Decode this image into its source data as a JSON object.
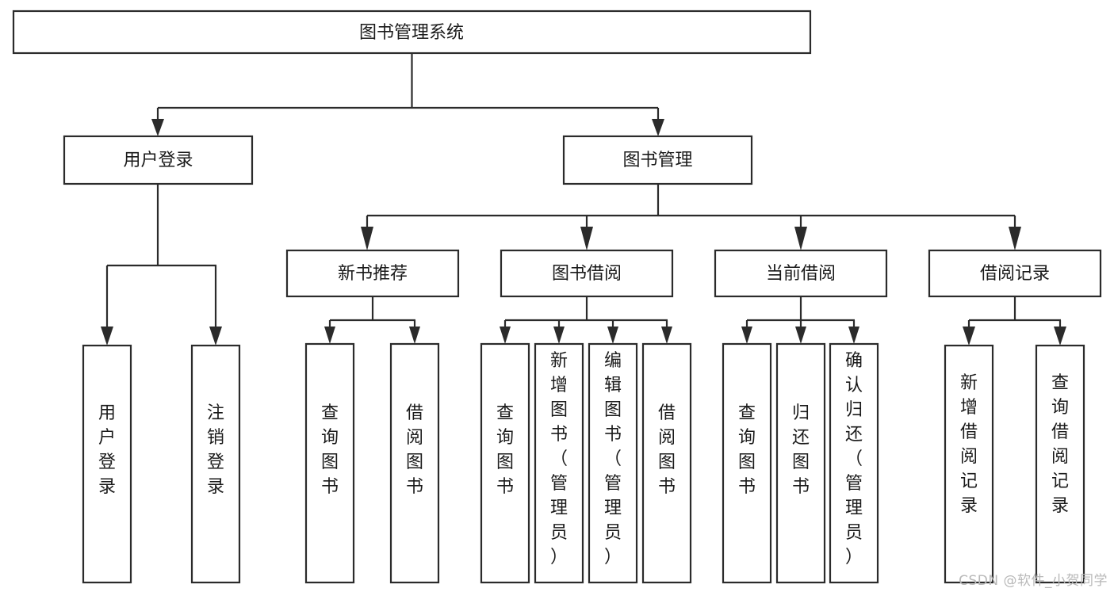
{
  "diagram": {
    "type": "tree-hierarchy-chart",
    "title": "图书管理系统",
    "watermark": "CSDN @软件_小贺同学",
    "colors": {
      "stroke": "#2b2b2b",
      "fill": "#ffffff",
      "text": "#1a1a1a",
      "watermark": "#b8b8b8",
      "background": "#ffffff"
    },
    "levels": [
      {
        "level": 1,
        "nodes": [
          {
            "id": "root",
            "label": "图书管理系统",
            "orientation": "horizontal"
          }
        ]
      },
      {
        "level": 2,
        "nodes": [
          {
            "id": "user-login",
            "label": "用户登录",
            "orientation": "horizontal",
            "parent": "root"
          },
          {
            "id": "book-manage",
            "label": "图书管理",
            "orientation": "horizontal",
            "parent": "root"
          }
        ]
      },
      {
        "level": 3,
        "nodes": [
          {
            "id": "new-book-rec",
            "label": "新书推荐",
            "orientation": "horizontal",
            "parent": "book-manage"
          },
          {
            "id": "book-borrow",
            "label": "图书借阅",
            "orientation": "horizontal",
            "parent": "book-manage"
          },
          {
            "id": "current-borrow",
            "label": "当前借阅",
            "orientation": "horizontal",
            "parent": "book-manage"
          },
          {
            "id": "borrow-record",
            "label": "借阅记录",
            "orientation": "horizontal",
            "parent": "book-manage"
          }
        ]
      },
      {
        "level": 4,
        "nodes": [
          {
            "id": "leaf-user-login",
            "label": "用户登录",
            "orientation": "vertical",
            "parent": "user-login"
          },
          {
            "id": "leaf-logout",
            "label": "注销登录",
            "orientation": "vertical",
            "parent": "user-login"
          },
          {
            "id": "leaf-query-book-1",
            "label": "查询图书",
            "orientation": "vertical",
            "parent": "new-book-rec"
          },
          {
            "id": "leaf-borrow-book-1",
            "label": "借阅图书",
            "orientation": "vertical",
            "parent": "new-book-rec"
          },
          {
            "id": "leaf-query-book-2",
            "label": "查询图书",
            "orientation": "vertical",
            "parent": "book-borrow"
          },
          {
            "id": "leaf-add-book",
            "label": "新增图书（管理员）",
            "orientation": "vertical",
            "parent": "book-borrow"
          },
          {
            "id": "leaf-edit-book",
            "label": "编辑图书（管理员）",
            "orientation": "vertical",
            "parent": "book-borrow"
          },
          {
            "id": "leaf-borrow-book-2",
            "label": "借阅图书",
            "orientation": "vertical",
            "parent": "book-borrow"
          },
          {
            "id": "leaf-query-book-3",
            "label": "查询图书",
            "orientation": "vertical",
            "parent": "current-borrow"
          },
          {
            "id": "leaf-return-book",
            "label": "归还图书",
            "orientation": "vertical",
            "parent": "current-borrow"
          },
          {
            "id": "leaf-confirm-return",
            "label": "确认归还（管理员）",
            "orientation": "vertical",
            "parent": "current-borrow"
          },
          {
            "id": "leaf-add-record",
            "label": "新增借阅记录",
            "orientation": "vertical",
            "parent": "borrow-record"
          },
          {
            "id": "leaf-query-record",
            "label": "查询借阅记录",
            "orientation": "vertical",
            "parent": "borrow-record"
          }
        ]
      }
    ]
  }
}
